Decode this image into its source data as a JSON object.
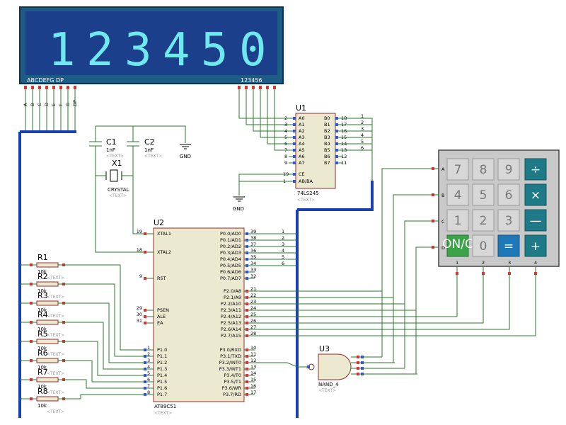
{
  "display": {
    "digits": [
      "1",
      "2",
      "3",
      "4",
      "5",
      "0"
    ],
    "seg_labels": "ABCDEFG  DP",
    "digit_labels": "123456",
    "seg_pins": [
      "A",
      "B",
      "C",
      "D",
      "E",
      "F",
      "G",
      "DP"
    ]
  },
  "u1": {
    "ref": "U1",
    "part": "74LS245",
    "text": "<TEXT>",
    "pins_a": [
      "A0",
      "A1",
      "A2",
      "A3",
      "A4",
      "A5",
      "A6",
      "A7"
    ],
    "pins_a_num": [
      "2",
      "3",
      "4",
      "5",
      "6",
      "7",
      "8",
      "9"
    ],
    "pins_b": [
      "B0",
      "B1",
      "B2",
      "B3",
      "B4",
      "B5",
      "B6",
      "B7"
    ],
    "pins_b_num": [
      "18",
      "17",
      "16",
      "15",
      "14",
      "13",
      "12",
      "11"
    ],
    "nets_b": [
      "1",
      "2",
      "3",
      "4",
      "5",
      "6"
    ],
    "ce": "CE",
    "ce_num": "19",
    "ab": "AB/BA",
    "ab_num": "1"
  },
  "u2": {
    "ref": "U2",
    "part": "AT89C51",
    "text": "<TEXT>",
    "left_pins": [
      {
        "num": "19",
        "name": "XTAL1"
      },
      {
        "num": "18",
        "name": "XTAL2"
      },
      {
        "num": "9",
        "name": "RST"
      },
      {
        "num": "29",
        "name": "PSEN"
      },
      {
        "num": "30",
        "name": "ALE"
      },
      {
        "num": "31",
        "name": "EA"
      }
    ],
    "p1_pins": [
      {
        "num": "1",
        "name": "P1.0"
      },
      {
        "num": "2",
        "name": "P1.1"
      },
      {
        "num": "3",
        "name": "P1.2"
      },
      {
        "num": "4",
        "name": "P1.3"
      },
      {
        "num": "5",
        "name": "P1.4"
      },
      {
        "num": "6",
        "name": "P1.5"
      },
      {
        "num": "7",
        "name": "P1.6"
      },
      {
        "num": "8",
        "name": "P1.7"
      }
    ],
    "p0_pins": [
      {
        "num": "39",
        "name": "P0.0/AD0"
      },
      {
        "num": "38",
        "name": "P0.1/AD1"
      },
      {
        "num": "37",
        "name": "P0.2/AD2"
      },
      {
        "num": "36",
        "name": "P0.3/AD3"
      },
      {
        "num": "35",
        "name": "P0.4/AD4"
      },
      {
        "num": "34",
        "name": "P0.5/AD5"
      },
      {
        "num": "33",
        "name": "P0.6/AD6"
      },
      {
        "num": "32",
        "name": "P0.7/AD7"
      }
    ],
    "p0_nets": [
      "1",
      "2",
      "3",
      "4",
      "5",
      "6"
    ],
    "p2_pins": [
      {
        "num": "21",
        "name": "P2.0/A8"
      },
      {
        "num": "22",
        "name": "P2.1/A9"
      },
      {
        "num": "23",
        "name": "P2.2/A10"
      },
      {
        "num": "24",
        "name": "P2.3/A11"
      },
      {
        "num": "25",
        "name": "P2.4/A12"
      },
      {
        "num": "26",
        "name": "P2.5/A13"
      },
      {
        "num": "27",
        "name": "P2.6/A14"
      },
      {
        "num": "28",
        "name": "P2.7/A15"
      }
    ],
    "p3_pins": [
      {
        "num": "10",
        "name": "P3.0/RXD"
      },
      {
        "num": "11",
        "name": "P3.1/TXD"
      },
      {
        "num": "12",
        "name": "P3.2/INT0"
      },
      {
        "num": "13",
        "name": "P3.3/INT1"
      },
      {
        "num": "14",
        "name": "P3.4/T0"
      },
      {
        "num": "15",
        "name": "P3.5/T1"
      },
      {
        "num": "16",
        "name": "P3.6/WR"
      },
      {
        "num": "17",
        "name": "P3.7/RD"
      }
    ]
  },
  "u3": {
    "ref": "U3",
    "part": "NAND_4",
    "text": "<TEXT>"
  },
  "c1": {
    "ref": "C1",
    "value": "1nF",
    "text": "<TEXT>"
  },
  "c2": {
    "ref": "C2",
    "value": "1nF",
    "text": "<TEXT>"
  },
  "x1": {
    "ref": "X1",
    "part": "CRYSTAL",
    "text": "<TEXT>"
  },
  "gnd": {
    "label": "GND"
  },
  "resistors": [
    {
      "ref": "R1",
      "value": "10k",
      "text": "<TEXT>"
    },
    {
      "ref": "R2",
      "value": "10k",
      "text": "<TEXT>"
    },
    {
      "ref": "R3",
      "value": "10k",
      "text": "<TEXT>"
    },
    {
      "ref": "R4",
      "value": "10k",
      "text": "<TEXT>"
    },
    {
      "ref": "R5",
      "value": "10k",
      "text": "<TEXT>"
    },
    {
      "ref": "R6",
      "value": "10k",
      "text": "<TEXT>"
    },
    {
      "ref": "R7",
      "value": "10k",
      "text": "<TEXT>"
    },
    {
      "ref": "R8",
      "value": "10k",
      "text": "<TEXT>"
    }
  ],
  "keypad": {
    "rows": [
      "A",
      "B",
      "C",
      "D"
    ],
    "cols": [
      "1",
      "2",
      "3",
      "4"
    ],
    "keys": [
      [
        "7",
        "8",
        "9",
        "÷"
      ],
      [
        "4",
        "5",
        "6",
        "×"
      ],
      [
        "1",
        "2",
        "3",
        "—"
      ],
      [
        "ON/C",
        "0",
        "=",
        "+"
      ]
    ]
  },
  "colors": {
    "wire": "#2a7a2a",
    "bus": "#1a3fb0",
    "chip": "#ebe9d0",
    "display": "#1d5d85",
    "keypad": "#c9c9c9"
  }
}
